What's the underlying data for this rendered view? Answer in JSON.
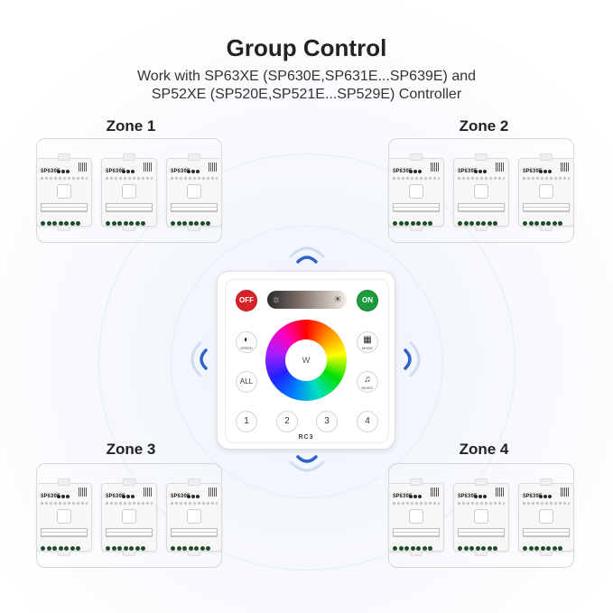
{
  "heading": {
    "title": "Group Control",
    "subtitle_line1": "Work with SP63XE (SP630E,SP631E...SP639E) and",
    "subtitle_line2": "SP52XE (SP520E,SP521E...SP529E) Controller"
  },
  "zones": [
    {
      "name": "Zone 1",
      "controllers": [
        "SP630E",
        "SP630E",
        "SP630E"
      ]
    },
    {
      "name": "Zone 2",
      "controllers": [
        "SP630E",
        "SP630E",
        "SP630E"
      ]
    },
    {
      "name": "Zone 3",
      "controllers": [
        "SP630E",
        "SP630E",
        "SP630E"
      ]
    },
    {
      "name": "Zone 4",
      "controllers": [
        "SP630E",
        "SP630E",
        "SP630E"
      ]
    }
  ],
  "remote": {
    "off_label": "OFF",
    "on_label": "ON",
    "dim_icon": "sun-small-icon",
    "bright_icon": "sun-large-icon",
    "wheel_center": "W",
    "speed_label": "SPEED",
    "mode_label": "MODE",
    "all_label": "ALL",
    "music_label": "MUSIC",
    "zone_buttons": [
      "1",
      "2",
      "3",
      "4"
    ],
    "brand": "RC3",
    "colors": {
      "off": "#d6232a",
      "on": "#1d9a3b"
    }
  },
  "signal_icon": "wireless-signal-icon"
}
